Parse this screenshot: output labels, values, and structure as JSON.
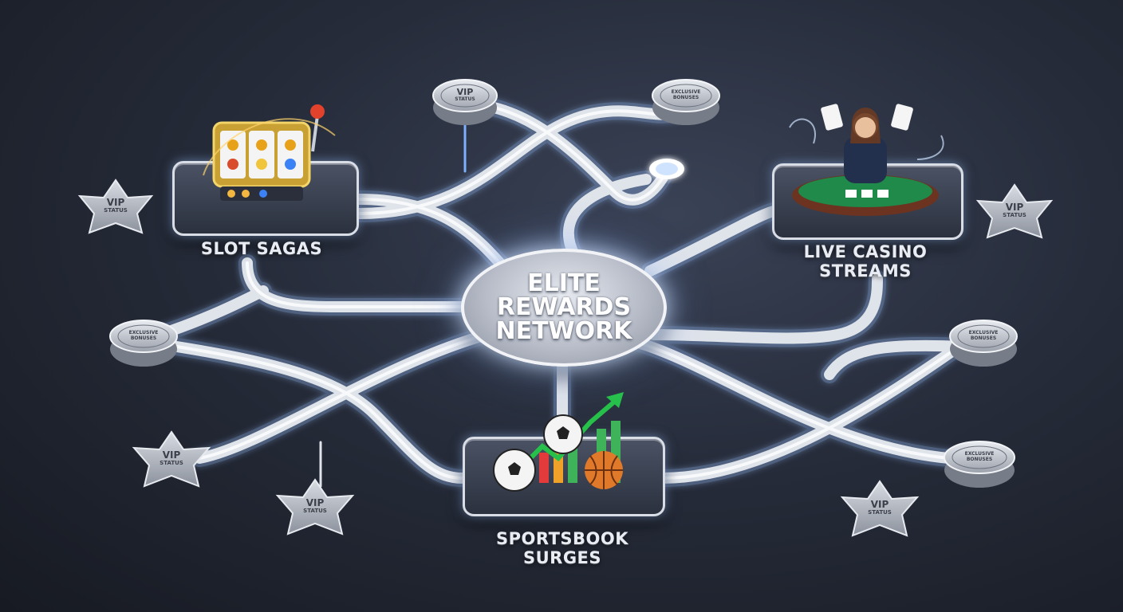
{
  "hub": {
    "line1": "ELITE",
    "line2": "REWARDS",
    "line3": "NETWORK"
  },
  "nodes": {
    "slots": {
      "label": "SLOT SAGAS"
    },
    "live_casino": {
      "line1": "LIVE CASINO",
      "line2": "STREAMS"
    },
    "sportsbook": {
      "line1": "SPORTSBOOK",
      "line2": "SURGES"
    }
  },
  "badges": {
    "vip": {
      "line1": "VIP",
      "line2": "STATUS"
    },
    "exclusive": {
      "line1": "EXCLUSIVE",
      "line2": "BONUSES"
    }
  },
  "colors": {
    "track": "#e8ebf1",
    "glow": "#9cc3ff",
    "accent_blue": "#6fa4ff",
    "felt_green": "#1f8a4a"
  }
}
